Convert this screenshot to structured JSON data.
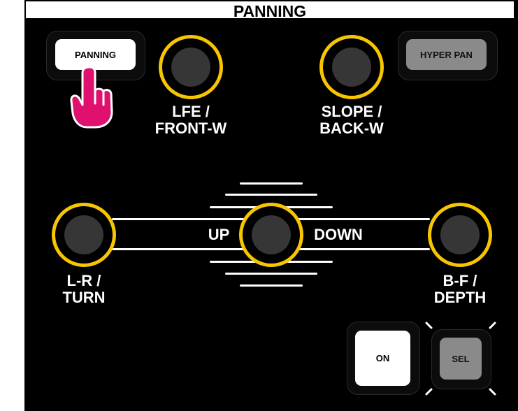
{
  "title": "PANNING",
  "buttons": {
    "panning": "PANNING",
    "hyper_pan": "HYPER PAN",
    "on": "ON",
    "sel": "SEL"
  },
  "knob_labels": {
    "lfe_line1": "LFE /",
    "lfe_line2": "FRONT-W",
    "slope_line1": "SLOPE /",
    "slope_line2": "BACK-W",
    "lr_line1": "L-R /",
    "lr_line2": "TURN",
    "bf_line1": "B-F /",
    "bf_line2": "DEPTH"
  },
  "slider_labels": {
    "up": "UP",
    "down": "DOWN"
  },
  "colors": {
    "panel_background": "#000000",
    "knob_ring": "#f7c600",
    "knob_face": "#363636",
    "hand_pointer": "#e0106e",
    "grey_button": "#8a8a8a"
  },
  "icons": {
    "pointer": "hand-pointer-icon"
  }
}
